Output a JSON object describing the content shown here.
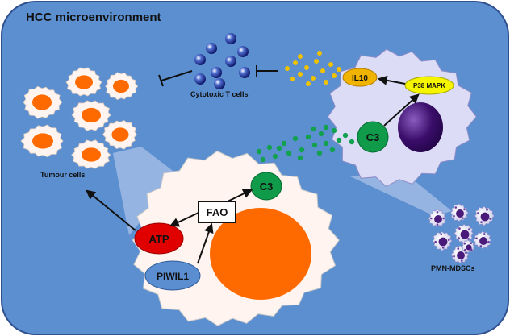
{
  "title": "HCC microenvironment",
  "labels": {
    "cytotoxic_t": "Cytotoxic T cells",
    "tumour": "Tumour cells",
    "pmn": "PMN-MDSCs",
    "il10": "IL10",
    "p38": "P38 MAPK",
    "c3_mdsc": "C3",
    "c3_tumour": "C3",
    "fao": "FAO",
    "atp": "ATP",
    "piwil1": "PIWIL1"
  },
  "colors": {
    "background": "#5b8fd0",
    "cell_fill": "#fff4ef",
    "cell_nucleus": "#ff6a00",
    "mdsc_fill": "#dcdcf6",
    "mdsc_nucleus": "#3a0d6a",
    "c3": "#0f9b4a",
    "atp": "#e00000",
    "piwil1": "#5a8ed0",
    "il10": "#f0b400",
    "p38": "#f5f500",
    "t_cell": "#1a1f7a",
    "il10_dots": "#f0c200",
    "c3_dots": "#13a04f"
  }
}
